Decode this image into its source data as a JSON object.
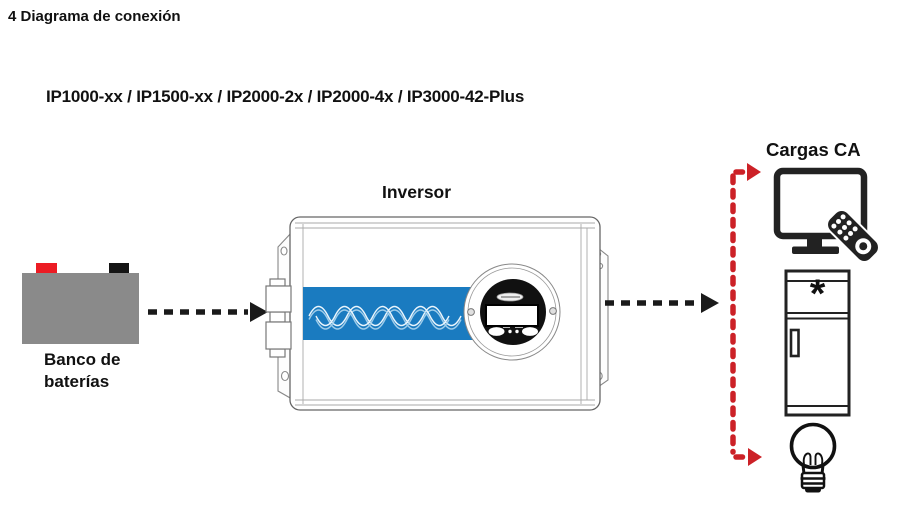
{
  "document": {
    "section_title": "4 Diagrama de conexión",
    "model_list": "IP1000-xx / IP1500-xx / IP2000-2x / IP2000-4x / IP3000-42-Plus"
  },
  "diagram": {
    "battery": {
      "label_line1": "Banco de",
      "label_line2": "baterías",
      "icon": "battery-bank-icon"
    },
    "inverter": {
      "label": "Inversor",
      "icon": "inverter-illustration",
      "parts": [
        "mounting-flanges",
        "dc-terminal-blocks",
        "blue-wave-stripe",
        "round-lcd-display-panel",
        "display-buttons"
      ]
    },
    "ac_loads": {
      "label": "Cargas CA",
      "freezer_symbol": "*",
      "icons": [
        "tv-icon",
        "remote-control-icon",
        "fridge-icon",
        "light-bulb-icon"
      ]
    },
    "connections": [
      {
        "from": "battery",
        "to": "inverter",
        "style": "black-dashed-arrow"
      },
      {
        "from": "inverter",
        "to": "load-line",
        "style": "black-dashed-arrow"
      },
      {
        "from": "load-line",
        "to": "tv / fridge / bulb",
        "style": "red-dashed-line-with-arrows"
      }
    ]
  },
  "colors": {
    "stripe-blue": "#1a7bc0",
    "wire-red": "#cc2127",
    "battery-gray": "#8a8a8a",
    "terminal-red": "#ec1c24",
    "ink-black": "#1a1a1a"
  }
}
